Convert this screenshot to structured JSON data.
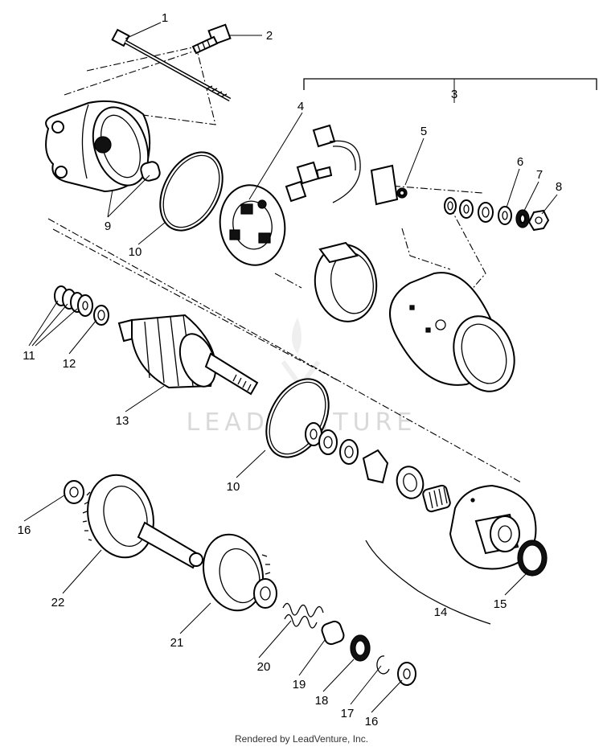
{
  "watermark": "LEADVENTURE",
  "footer": "Rendered by LeadVenture, Inc.",
  "callouts": {
    "c1": "1",
    "c2": "2",
    "c3": "3",
    "c4": "4",
    "c5": "5",
    "c6": "6",
    "c7": "7",
    "c8": "8",
    "c9": "9",
    "c10a": "10",
    "c10b": "10",
    "c11": "11",
    "c12": "12",
    "c13": "13",
    "c14": "14",
    "c15": "15",
    "c16a": "16",
    "c16b": "16",
    "c17": "17",
    "c18": "18",
    "c19": "19",
    "c20": "20",
    "c21": "21",
    "c22": "22"
  }
}
